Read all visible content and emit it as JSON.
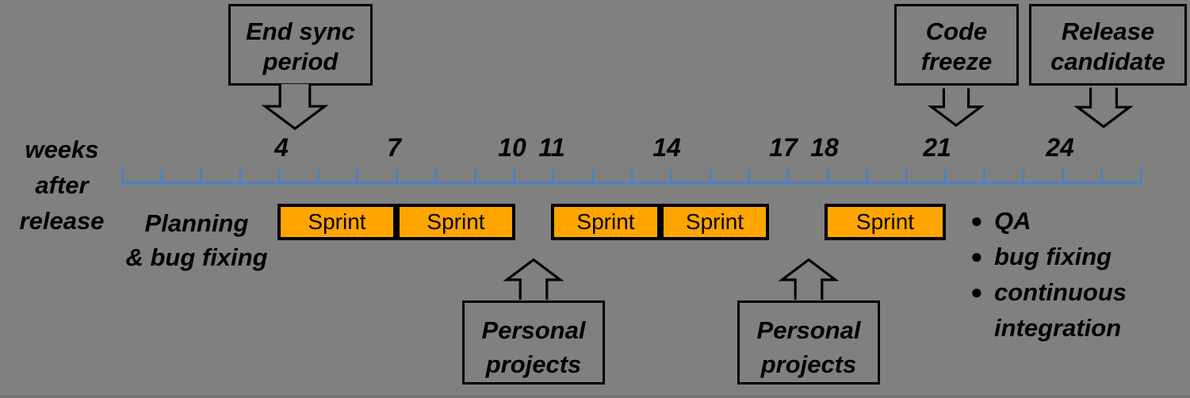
{
  "colors": {
    "background": "#808080",
    "axis_line": "#4F81BD",
    "sprint_fill": "#FFA500",
    "shape_outline": "#000000",
    "text": "#000000"
  },
  "axis": {
    "label_lines": [
      "weeks",
      "after",
      "release"
    ],
    "week_labels": [
      {
        "value": "4"
      },
      {
        "value": "7"
      },
      {
        "value": "10"
      },
      {
        "value": "11"
      },
      {
        "value": "14"
      },
      {
        "value": "17"
      },
      {
        "value": "18"
      },
      {
        "value": "21"
      },
      {
        "value": "24"
      }
    ]
  },
  "planning": {
    "lines": [
      "Planning",
      "& bug fixing"
    ]
  },
  "sprints": [
    {
      "label": "Sprint"
    },
    {
      "label": "Sprint"
    },
    {
      "label": "Sprint"
    },
    {
      "label": "Sprint"
    },
    {
      "label": "Sprint"
    }
  ],
  "qa_list": {
    "items": [
      "QA",
      "bug fixing",
      "continuous integration"
    ]
  },
  "callouts": {
    "end_sync": {
      "lines": [
        "End sync",
        "period"
      ]
    },
    "code_freeze": {
      "lines": [
        "Code",
        "freeze"
      ]
    },
    "release_candidate": {
      "lines": [
        "Release",
        "candidate"
      ]
    },
    "personal_projects_1": {
      "lines": [
        "Personal",
        "projects"
      ]
    },
    "personal_projects_2": {
      "lines": [
        "Personal",
        "projects"
      ]
    }
  }
}
